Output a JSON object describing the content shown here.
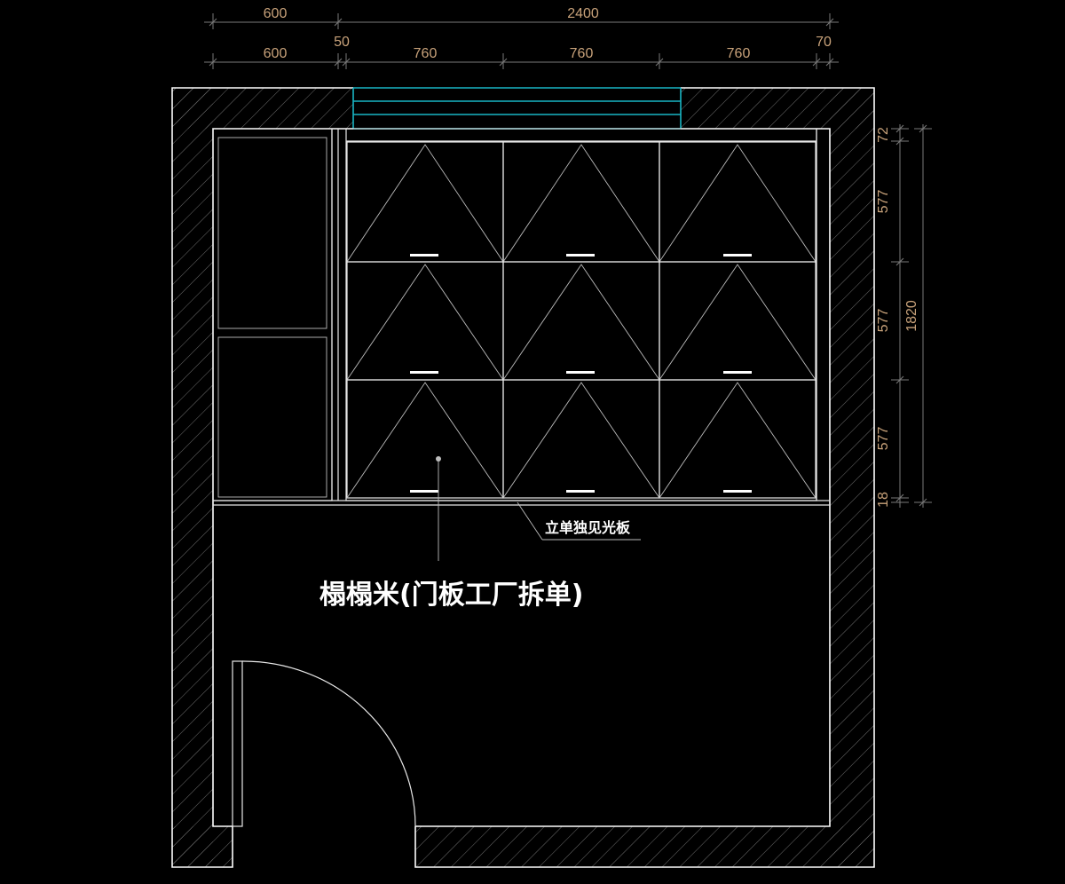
{
  "dimensions": {
    "top_overall": [
      "600",
      "2400"
    ],
    "top_detail": [
      "600",
      "50",
      "760",
      "760",
      "760",
      "70"
    ],
    "right_detail": [
      "72",
      "577",
      "577",
      "577",
      "18"
    ],
    "right_overall": "1820"
  },
  "labels": {
    "cabinet_name": "榻榻米(门板工厂拆单)",
    "side_panel_note": "立单独见光板"
  },
  "colors": {
    "background": "#000000",
    "wall_outline": "#ffffff",
    "wall_hatch": "#8a8a8a",
    "dimension_text": "#c8a27a",
    "window_lines": "#19b6c4"
  }
}
